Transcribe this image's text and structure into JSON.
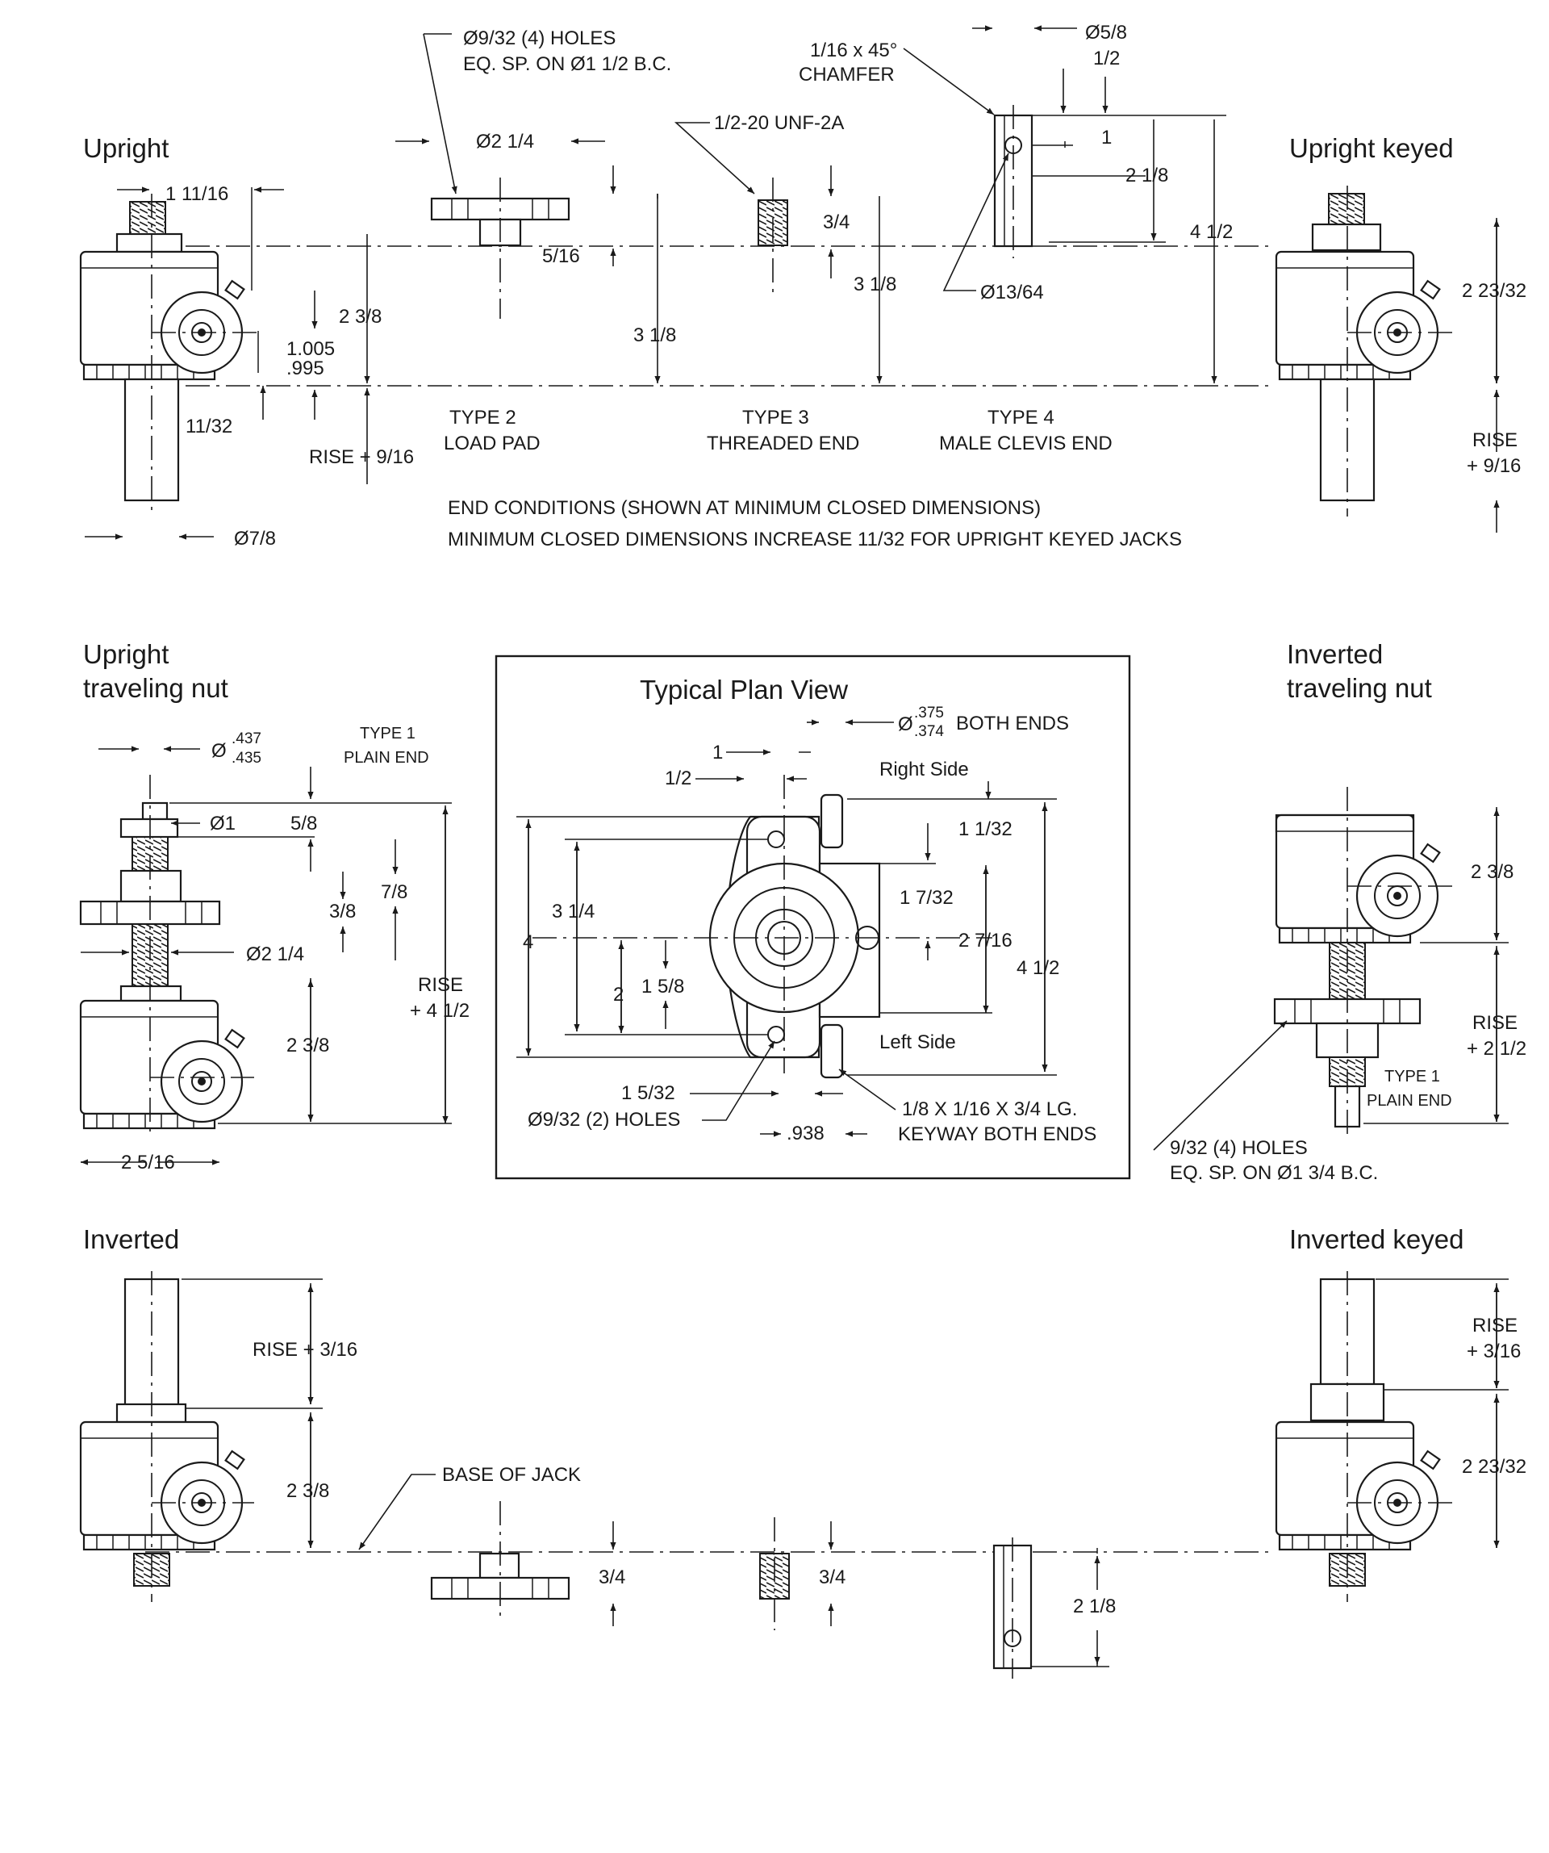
{
  "sections": {
    "upright": "Upright",
    "upright_keyed": "Upright keyed",
    "upright_traveling_nut_1": "Upright",
    "upright_traveling_nut_2": "traveling nut",
    "plan_view": "Typical Plan View",
    "inverted_traveling_nut_1": "Inverted",
    "inverted_traveling_nut_2": "traveling nut",
    "inverted": "Inverted",
    "inverted_keyed": "Inverted keyed"
  },
  "end_types": {
    "type2_a": "TYPE 2",
    "type2_b": "LOAD PAD",
    "type3_a": "TYPE 3",
    "type3_b": "THREADED END",
    "type4_a": "TYPE 4",
    "type4_b": "MALE CLEVIS END",
    "note1": "END CONDITIONS (SHOWN AT MINIMUM CLOSED DIMENSIONS)",
    "note2": "MINIMUM CLOSED DIMENSIONS INCREASE 11/32 FOR UPRIGHT KEYED JACKS"
  },
  "top_labels": {
    "holes_a": "Ø9/32 (4) HOLES",
    "holes_b": "EQ. SP. ON Ø1 1/2 B.C.",
    "pad_dia": "Ø2 1/4",
    "pad_516": "5/16",
    "pad_318": "3 1/8",
    "thread_spec": "1/2-20 UNF-2A",
    "thread_34": "3/4",
    "thread_318": "3 1/8",
    "chamfer_a": "1/16 x 45°",
    "chamfer_b": "CHAMFER",
    "clevis_58": "Ø5/8",
    "clevis_12": "1/2",
    "clevis_1": "1",
    "clevis_218": "2 1/8",
    "clevis_412": "4 1/2",
    "clevis_hole": "Ø13/64",
    "u_11116": "1 11/16",
    "u_238": "2 3/8",
    "u_1005": "1.005",
    "u_995": ".995",
    "u_1132": "11/32",
    "u_rise": "RISE + 9/16",
    "u_dia78": "Ø7/8",
    "k_22332": "2 23/32",
    "k_rise_a": "RISE",
    "k_rise_b": "+ 9/16"
  },
  "middle_labels": {
    "dia_a_sup": ".437",
    "dia_a_sub": ".435",
    "dia_a_prefix": "Ø",
    "type1_a": "TYPE 1",
    "type1_b": "PLAIN END",
    "dia1": "Ø1",
    "d58": "5/8",
    "d78": "7/8",
    "d38": "3/8",
    "dia214": "Ø2 1/4",
    "rise_a": "RISE",
    "rise_b": "+ 4 1/2",
    "d238": "2 3/8",
    "d2516": "2 5/16",
    "pv_dia_prefix": "Ø",
    "pv_dia_sup": ".375",
    "pv_dia_sub": ".374",
    "pv_both": "BOTH ENDS",
    "pv_1": "1",
    "pv_12": "1/2",
    "pv_right": "Right Side",
    "pv_1132": "1 1/32",
    "pv_1732": "1 7/32",
    "pv_2716": "2 7/16",
    "pv_412": "4 1/2",
    "pv_314": "3 1/4",
    "pv_4": "4",
    "pv_2": "2",
    "pv_158": "1 5/8",
    "pv_left": "Left Side",
    "pv_1532": "1 5/32",
    "pv_holes": "Ø9/32 (2) HOLES",
    "pv_938": ".938",
    "pv_key_a": "1/8 X 1/16 X 3/4 LG.",
    "pv_key_b": "KEYWAY BOTH ENDS",
    "it_238": "2 3/8",
    "it_rise_a": "RISE",
    "it_rise_b": "+ 2 1/2",
    "it_type1_a": "TYPE 1",
    "it_type1_b": "PLAIN END",
    "it_holes_a": "9/32 (4) HOLES",
    "it_holes_b": "EQ. SP. ON Ø1 3/4 B.C."
  },
  "bottom_labels": {
    "i_rise": "RISE + 3/16",
    "i_238": "2 3/8",
    "base": "BASE OF JACK",
    "pad_34": "3/4",
    "thr_34": "3/4",
    "clev_218": "2 1/8",
    "ik_rise_a": "RISE",
    "ik_rise_b": "+ 3/16",
    "ik_22332": "2 23/32"
  }
}
